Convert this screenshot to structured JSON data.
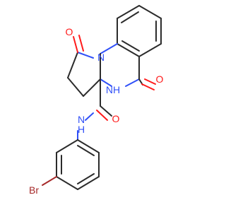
{
  "molecule": {
    "atoms": [
      {
        "id": "o_top",
        "label": "O",
        "color": "#ff1a1a"
      },
      {
        "id": "n_ring",
        "label": "N",
        "color": "#3050f8"
      },
      {
        "id": "nh_ring",
        "label": "NH",
        "color": "#3050f8"
      },
      {
        "id": "o_right",
        "label": "O",
        "color": "#ff1a1a"
      },
      {
        "id": "nh_amide",
        "label": "N",
        "color": "#3050f8"
      },
      {
        "id": "h_amide",
        "label": "H",
        "color": "#3050f8"
      },
      {
        "id": "o_amide",
        "label": "O",
        "color": "#ff1a1a"
      },
      {
        "id": "br",
        "label": "Br",
        "color": "#a62929"
      }
    ]
  }
}
